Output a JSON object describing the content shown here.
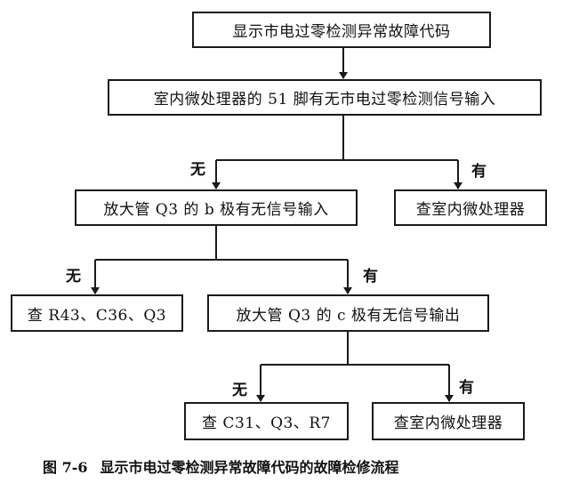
{
  "boxes": {
    "top": "显示市电过零检测异常故障代码",
    "second": "室内微处理器的 51 脚有无市电过零检测信号输入",
    "third": "放大管 Q3 的 b 极有无信号输入",
    "third_right": "查室内微处理器",
    "fourth_left": "查 R43、C36、Q3",
    "fourth": "放大管 Q3 的 c 极有无信号输出",
    "fifth_left": "查 C31、Q3、R7",
    "fifth_right": "查室内微处理器"
  },
  "labels": {
    "no": "无",
    "yes": "有"
  },
  "caption": {
    "number": "图 7-6",
    "text": "显示市电过零检测异常故障代码的故障检修流程"
  }
}
